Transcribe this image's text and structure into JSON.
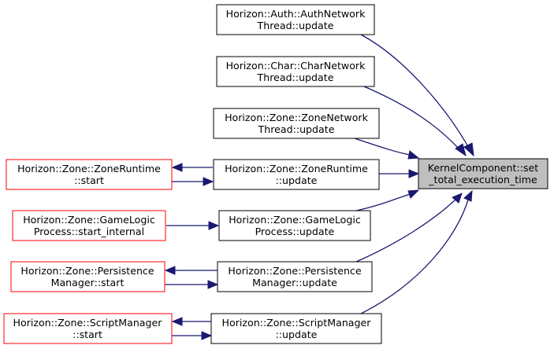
{
  "graph": {
    "target": {
      "id": "kernel",
      "lines": [
        "KernelComponent::set",
        "_total_execution_time"
      ]
    },
    "callers": [
      {
        "id": "auth",
        "lines": [
          "Horizon::Auth::AuthNetwork",
          "Thread::update"
        ]
      },
      {
        "id": "char",
        "lines": [
          "Horizon::Char::CharNetwork",
          "Thread::update"
        ]
      },
      {
        "id": "zonenet",
        "lines": [
          "Horizon::Zone::ZoneNetwork",
          "Thread::update"
        ]
      },
      {
        "id": "zrupd",
        "lines": [
          "Horizon::Zone::ZoneRuntime",
          "::update"
        ]
      },
      {
        "id": "glupd",
        "lines": [
          "Horizon::Zone::GameLogic",
          "Process::update"
        ]
      },
      {
        "id": "pmupd",
        "lines": [
          "Horizon::Zone::Persistence",
          "Manager::update"
        ]
      },
      {
        "id": "smupd",
        "lines": [
          "Horizon::Zone::ScriptManager",
          "::update"
        ]
      }
    ],
    "callers_of_callers": [
      {
        "id": "zrstart",
        "lines": [
          "Horizon::Zone::ZoneRuntime",
          "::start"
        ],
        "truncated": true
      },
      {
        "id": "glstart",
        "lines": [
          "Horizon::Zone::GameLogic",
          "Process::start_internal"
        ],
        "truncated": true
      },
      {
        "id": "pmstart",
        "lines": [
          "Horizon::Zone::Persistence",
          "Manager::start"
        ],
        "truncated": true
      },
      {
        "id": "smstart",
        "lines": [
          "Horizon::Zone::ScriptManager",
          "::start"
        ],
        "truncated": true
      }
    ],
    "colors": {
      "edge": "#191970",
      "truncated_border": "#ff0000",
      "target_fill": "#bfbfbf"
    }
  }
}
